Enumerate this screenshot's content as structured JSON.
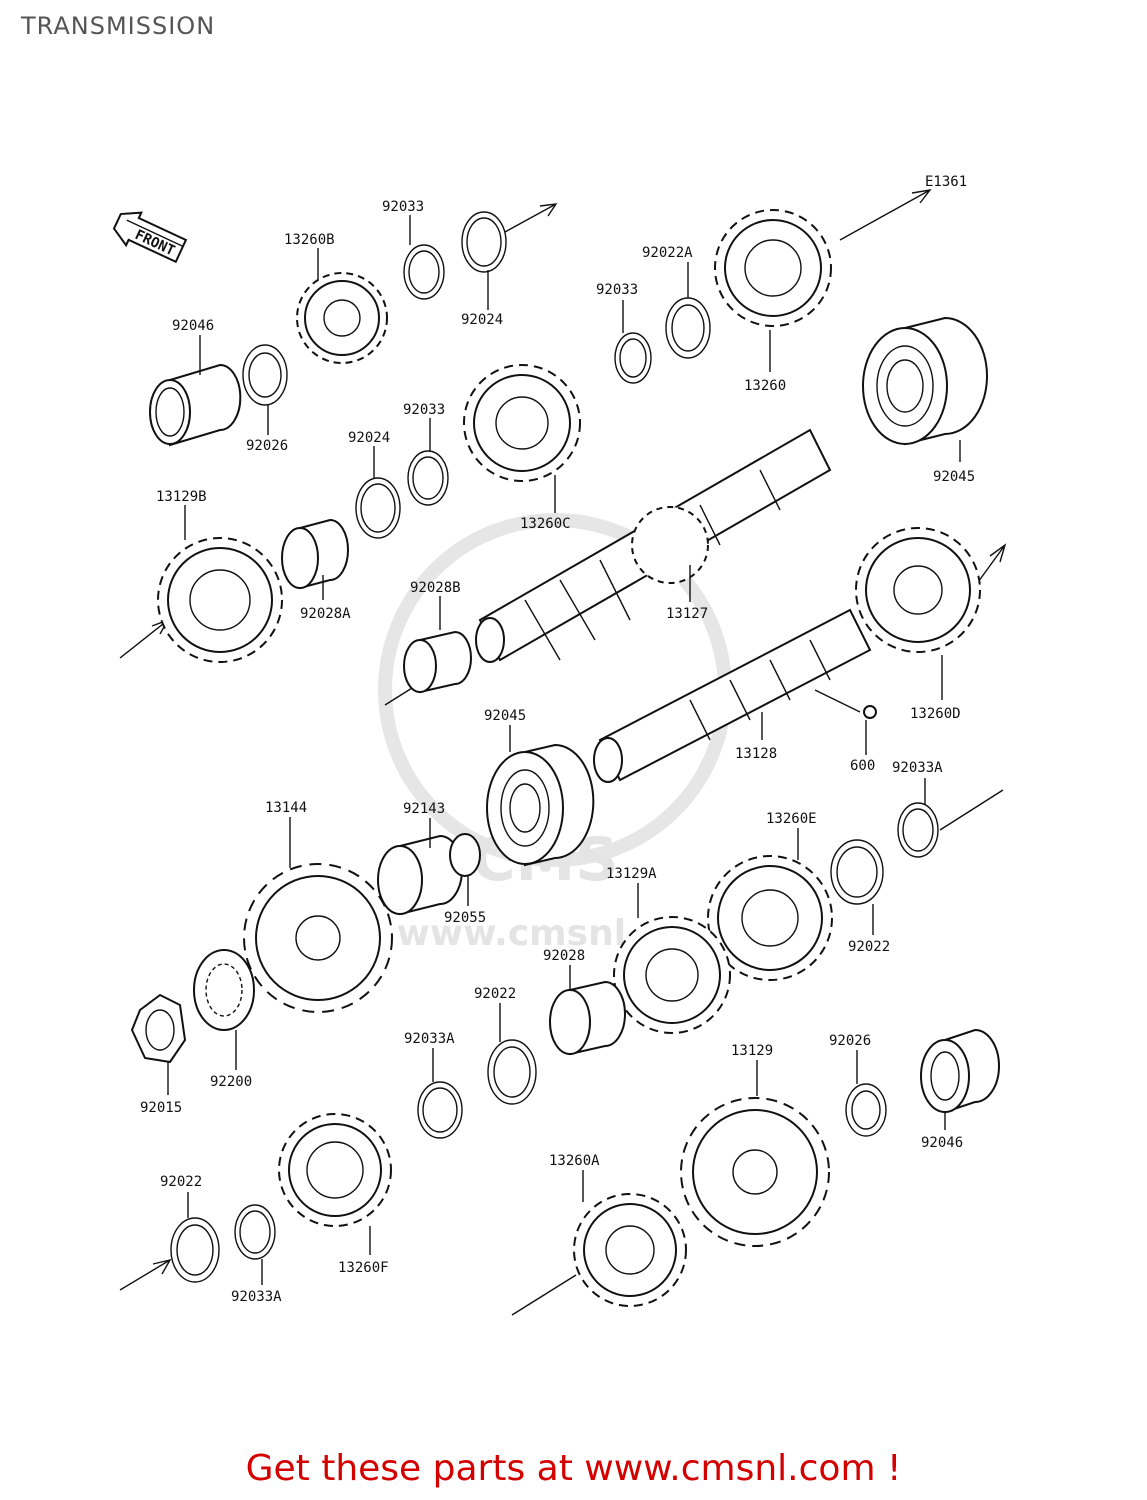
{
  "page": {
    "title": "TRANSMISSION",
    "footer": "Get these parts at www.cmsnl.com !"
  },
  "diagram": {
    "ref_code": "E1361",
    "front_label": "FRONT",
    "watermark": "www.cmsnl.com",
    "part_labels": [
      "92033",
      "92024",
      "13260B",
      "92046",
      "92026",
      "92022A",
      "92033",
      "13260",
      "92033",
      "92024",
      "13260C",
      "92045",
      "13129B",
      "92028A",
      "92028B",
      "13127",
      "13260D",
      "92045",
      "13128",
      "600",
      "92033A",
      "13144",
      "92143",
      "92055",
      "13260E",
      "13129A",
      "92022",
      "92028",
      "92022",
      "92015",
      "92200",
      "92033A",
      "13129",
      "92026",
      "92046",
      "92022",
      "13260F",
      "92033A",
      "13260A"
    ]
  }
}
